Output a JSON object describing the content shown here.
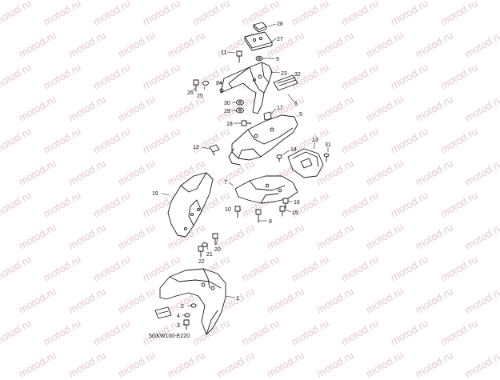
{
  "watermark": "motod.ru",
  "diagram_code": "5GKW100-E220",
  "callouts": [
    "1",
    "2",
    "3",
    "4",
    "5",
    "6",
    "7",
    "8",
    "9",
    "10",
    "11",
    "12",
    "13",
    "14",
    "15",
    "16",
    "17",
    "18",
    "19",
    "20",
    "21",
    "22",
    "23",
    "25",
    "26",
    "27",
    "28",
    "29",
    "30",
    "31",
    "32"
  ]
}
